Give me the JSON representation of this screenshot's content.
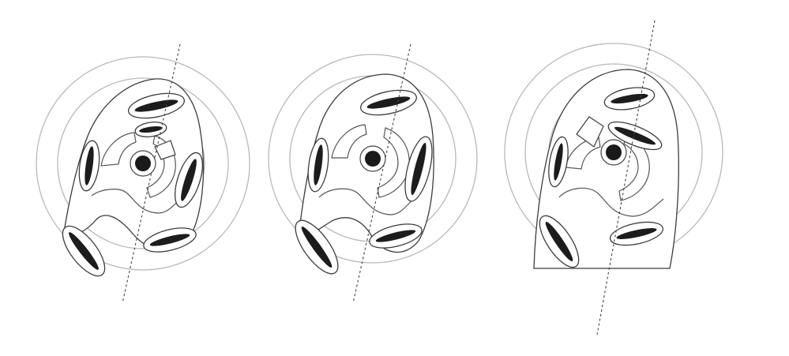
{
  "diagram": {
    "panels": [
      {
        "id": "stage-1",
        "icon": "cross-section-diagram"
      },
      {
        "id": "stage-2",
        "icon": "cross-section-diagram"
      },
      {
        "id": "stage-3",
        "icon": "cross-section-diagram"
      }
    ],
    "colors": {
      "ring": "#b9b9b9",
      "outline": "#3c3c3c",
      "band": "#1c1c1c",
      "background": "#ffffff"
    }
  }
}
